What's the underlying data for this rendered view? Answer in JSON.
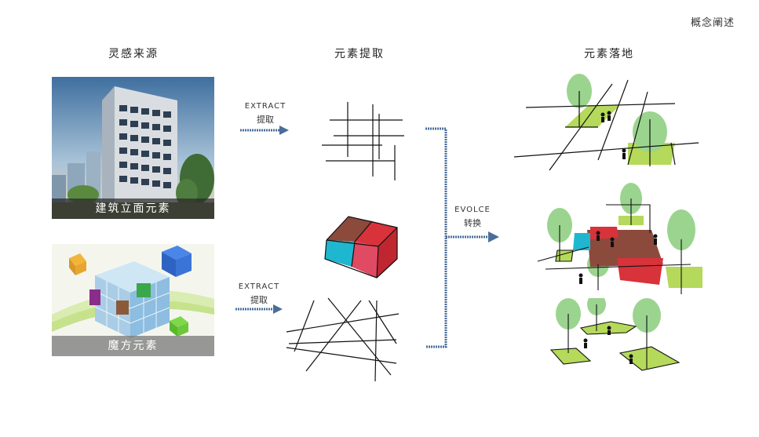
{
  "corner_title": "概念阐述",
  "columns": {
    "source": "灵感来源",
    "extract": "元素提取",
    "landing": "元素落地"
  },
  "photos": {
    "building_caption": "建筑立面元素",
    "cube_caption": "魔方元素"
  },
  "arrows": {
    "top": {
      "label": "EXTRACT",
      "sub": "提取"
    },
    "bottom": {
      "label": "EXTRACT",
      "sub": "提取"
    },
    "merge": {
      "label": "EVOLCE",
      "sub": "转换"
    }
  },
  "colors": {
    "arrow": "#4a6e9a",
    "green": "#b5d95a",
    "tree": "#9bd48f",
    "brown": "#8b4a3c",
    "red": "#d8323a",
    "cyan": "#1fb6cf",
    "pink": "#e04a62"
  }
}
